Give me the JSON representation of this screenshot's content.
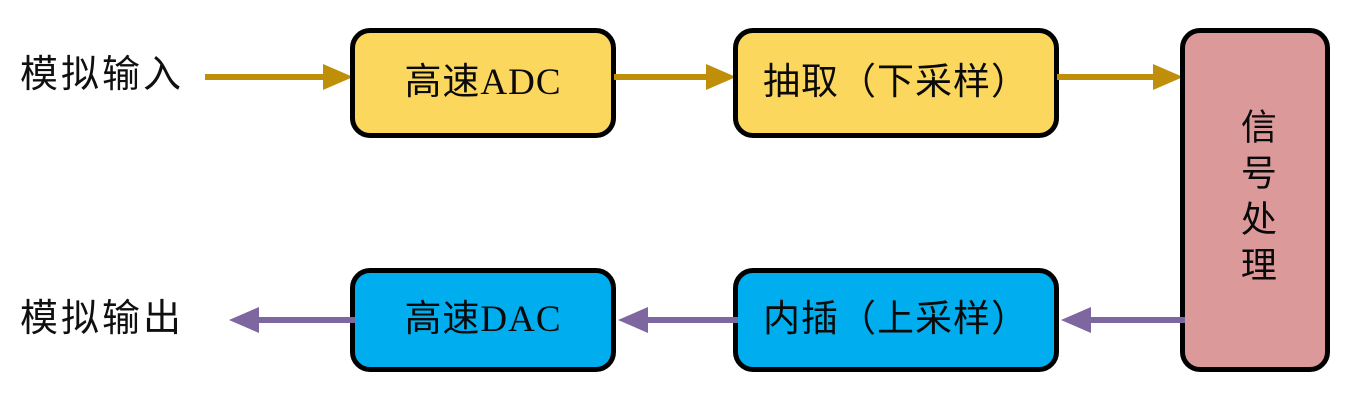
{
  "diagram": {
    "title": "Signal chain block diagram",
    "colors": {
      "adc_block": "#FCD75E",
      "dac_block": "#00AEEF",
      "dsp_block": "#DB9A99",
      "forward_arrow": "#BF8F0A",
      "return_arrow": "#7E66A0",
      "block_border": "#000000",
      "background": "#FFFFFF"
    },
    "labels": {
      "analog_input": "模拟输入",
      "analog_output": "模拟输出"
    },
    "blocks": [
      {
        "id": "adc",
        "label": "高速ADC",
        "color": "#FCD75E",
        "row": "top"
      },
      {
        "id": "decimation",
        "label": "抽取（下采样）",
        "color": "#FCD75E",
        "row": "top"
      },
      {
        "id": "dsp",
        "label": "信号处理",
        "color": "#DB9A99",
        "row": "both",
        "orientation": "vertical"
      },
      {
        "id": "interpolation",
        "label": "内插（上采样）",
        "color": "#00AEEF",
        "row": "bottom"
      },
      {
        "id": "dac",
        "label": "高速DAC",
        "color": "#00AEEF",
        "row": "bottom"
      }
    ],
    "arrows": [
      {
        "id": "input-to-adc",
        "direction": "right",
        "color": "#BF8F0A"
      },
      {
        "id": "adc-to-decimation",
        "direction": "right",
        "color": "#BF8F0A"
      },
      {
        "id": "decimation-to-dsp",
        "direction": "right",
        "color": "#BF8F0A"
      },
      {
        "id": "dsp-to-interpolation",
        "direction": "left",
        "color": "#7E66A0"
      },
      {
        "id": "interpolation-to-dac",
        "direction": "left",
        "color": "#7E66A0"
      },
      {
        "id": "dac-to-output",
        "direction": "left",
        "color": "#7E66A0"
      }
    ]
  }
}
